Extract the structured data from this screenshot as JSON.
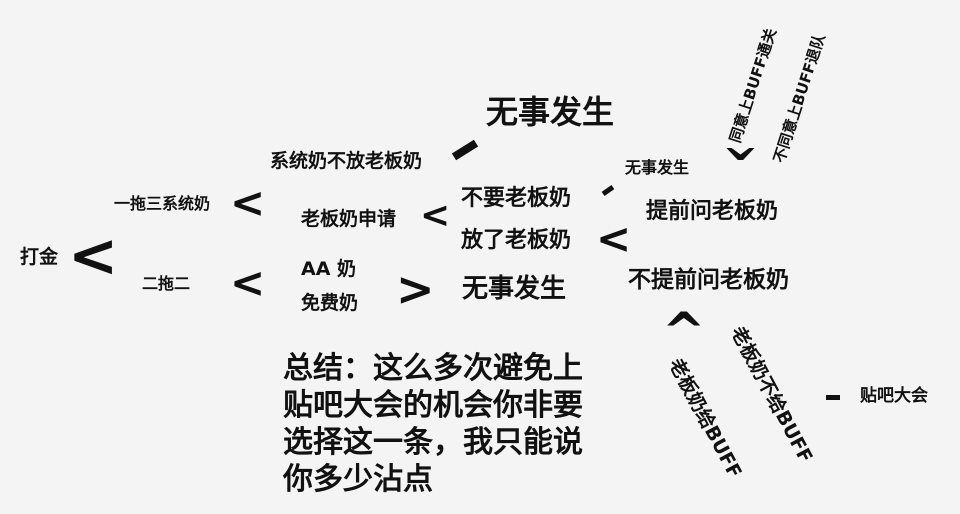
{
  "nodes": {
    "dajin": "打金",
    "yituo": "一拖三系统奶",
    "ertuo": "二拖二",
    "xitong": "系统奶不放老板奶",
    "shenqing": "老板奶申请",
    "aa": "AA 奶",
    "mianfei": "免费奶",
    "wushi_top": "无事发生",
    "buyao": "不要老板奶",
    "fangle": "放了老板奶",
    "wushi_mid": "无事发生",
    "wushi_small": "无事发生",
    "tiqian": "提前问老板奶",
    "butiqian": "不提前问老板奶",
    "tongyi": "同意上BUFF通关",
    "butongyi": "不同意上BUFF退队",
    "gei": "老板奶给BUFF",
    "bugei": "老板奶不给BUFF",
    "tieba": "贴吧大会"
  },
  "symbols": {
    "lt": "<",
    "gt": ">",
    "caret": "^"
  },
  "summary": {
    "lines": [
      "总结：这么多次避免上",
      "贴吧大会的机会你非要",
      "选择这一条，我只能说",
      "你多少沾点"
    ]
  }
}
